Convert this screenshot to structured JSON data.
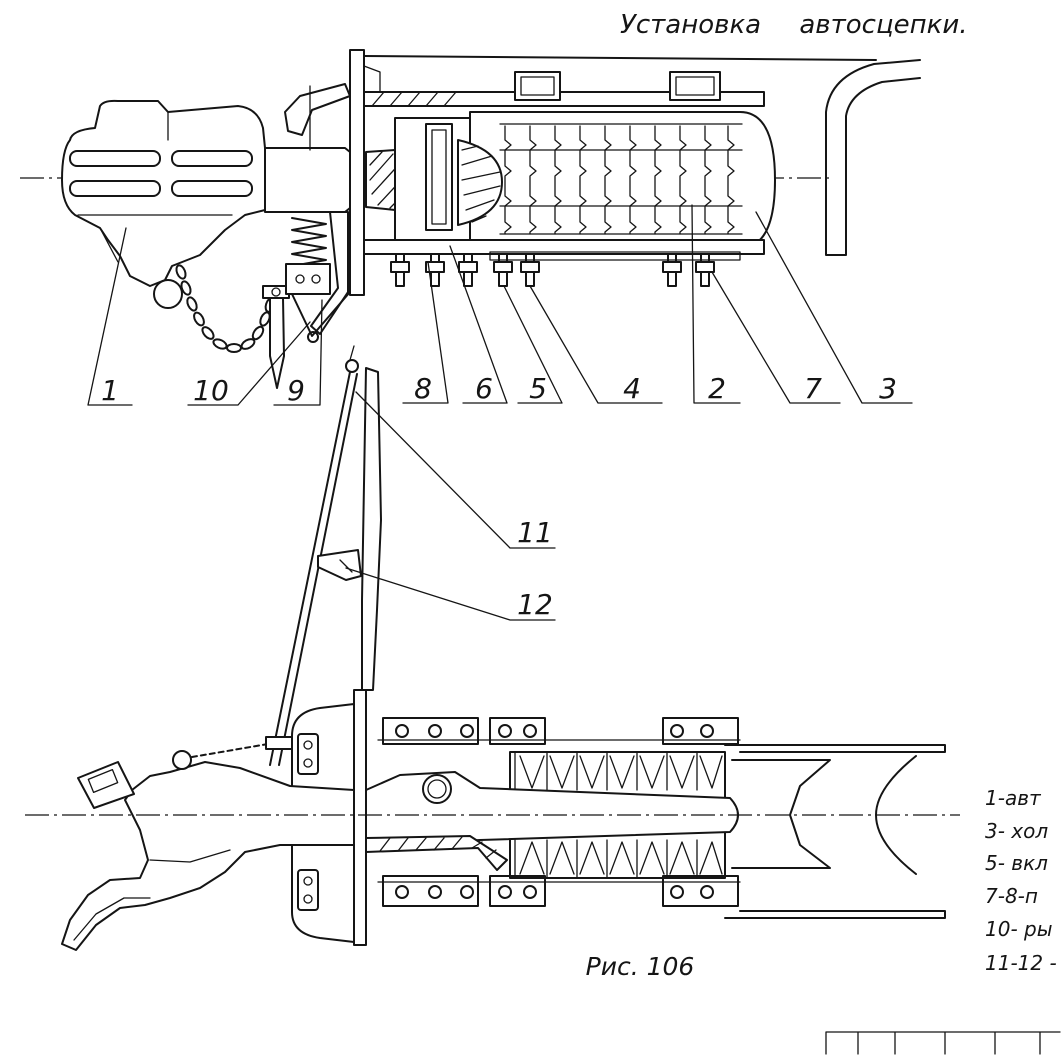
{
  "title": "Установка автосцепки.",
  "caption": "Рис. 106",
  "callouts": [
    "1",
    "10",
    "9",
    "8",
    "6",
    "5",
    "4",
    "2",
    "7",
    "3",
    "11",
    "12"
  ],
  "legend": [
    "1-авт",
    "3- хол",
    "5- вкл",
    "7-8-п",
    "10- ры",
    "11-12 -"
  ],
  "colors": {
    "ink": "#151515",
    "paper": "#ffffff"
  }
}
